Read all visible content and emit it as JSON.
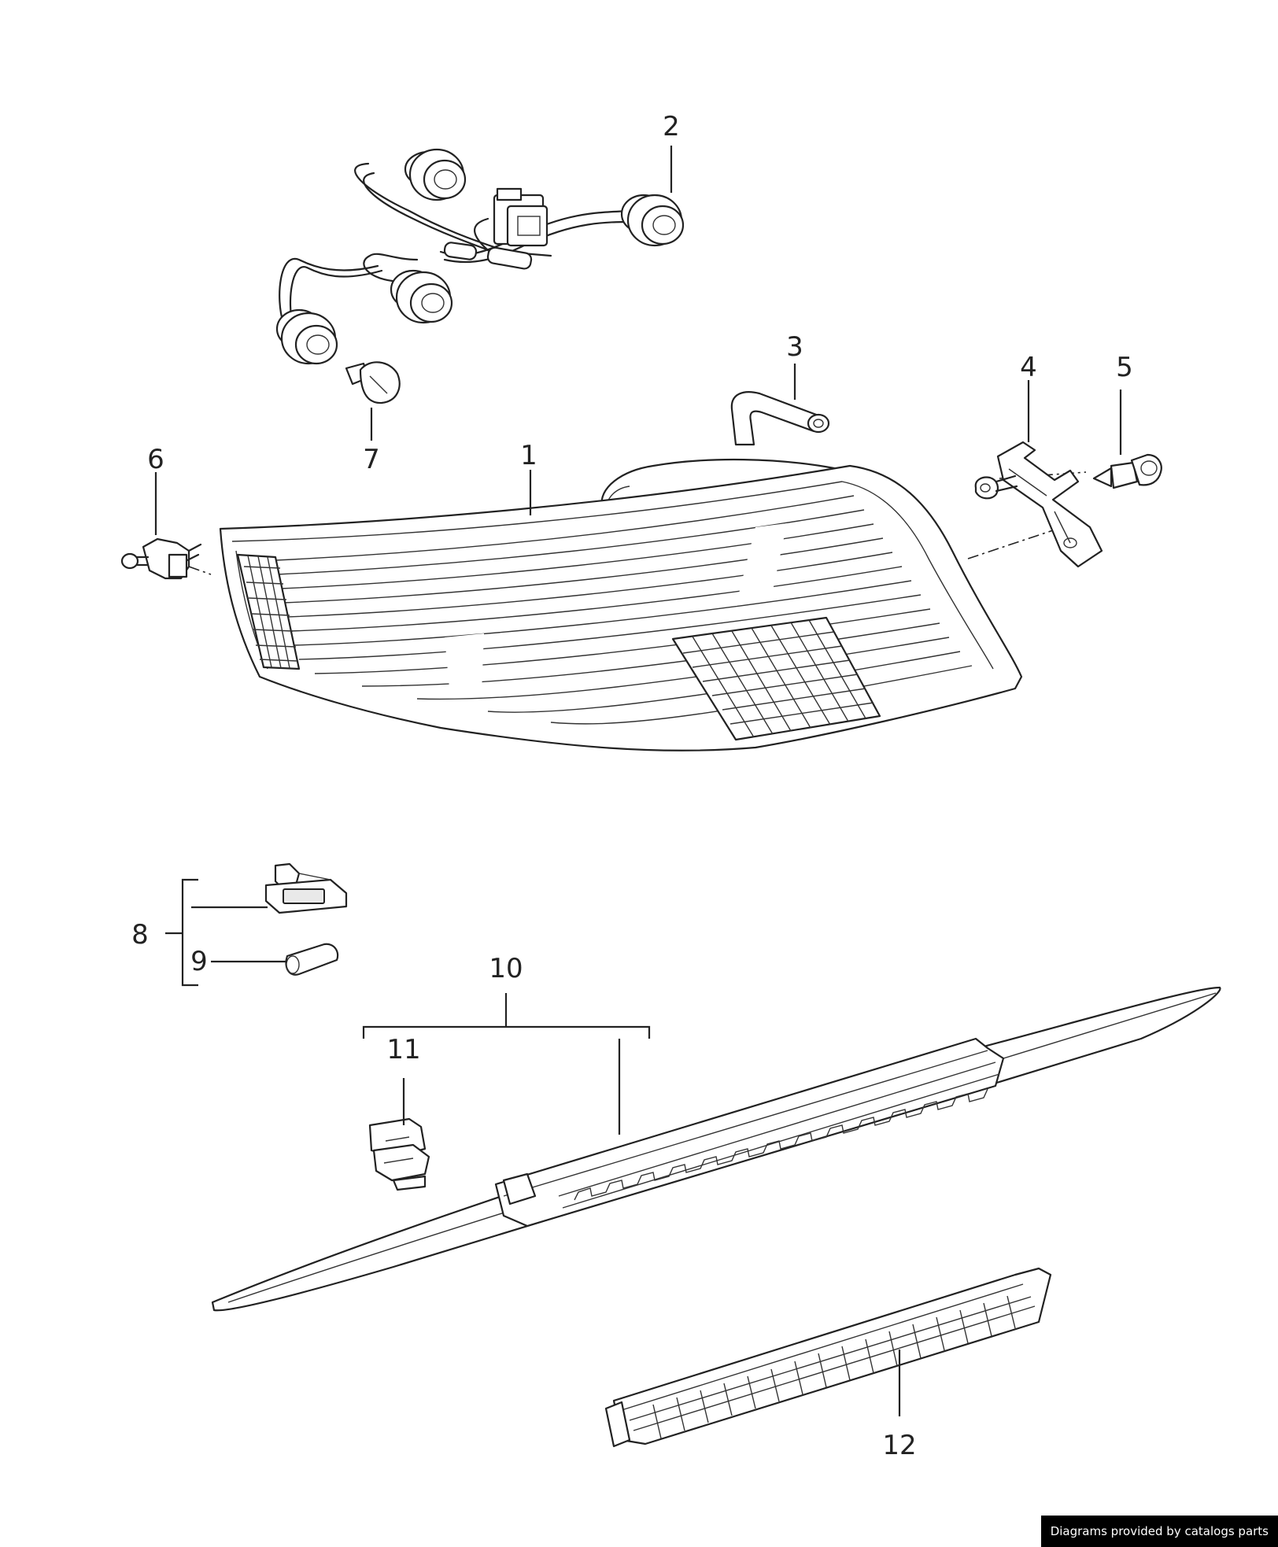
{
  "diagram": {
    "callouts": {
      "c1": "1",
      "c2": "2",
      "c3": "3",
      "c4": "4",
      "c5": "5",
      "c6": "6",
      "c7": "7",
      "c8": "8",
      "c9": "9",
      "c10": "10",
      "c11": "11",
      "c12": "12"
    },
    "line_color": "#222222",
    "background": "#ffffff"
  },
  "footer": {
    "credit": "Diagrams provided by catalogs parts"
  }
}
